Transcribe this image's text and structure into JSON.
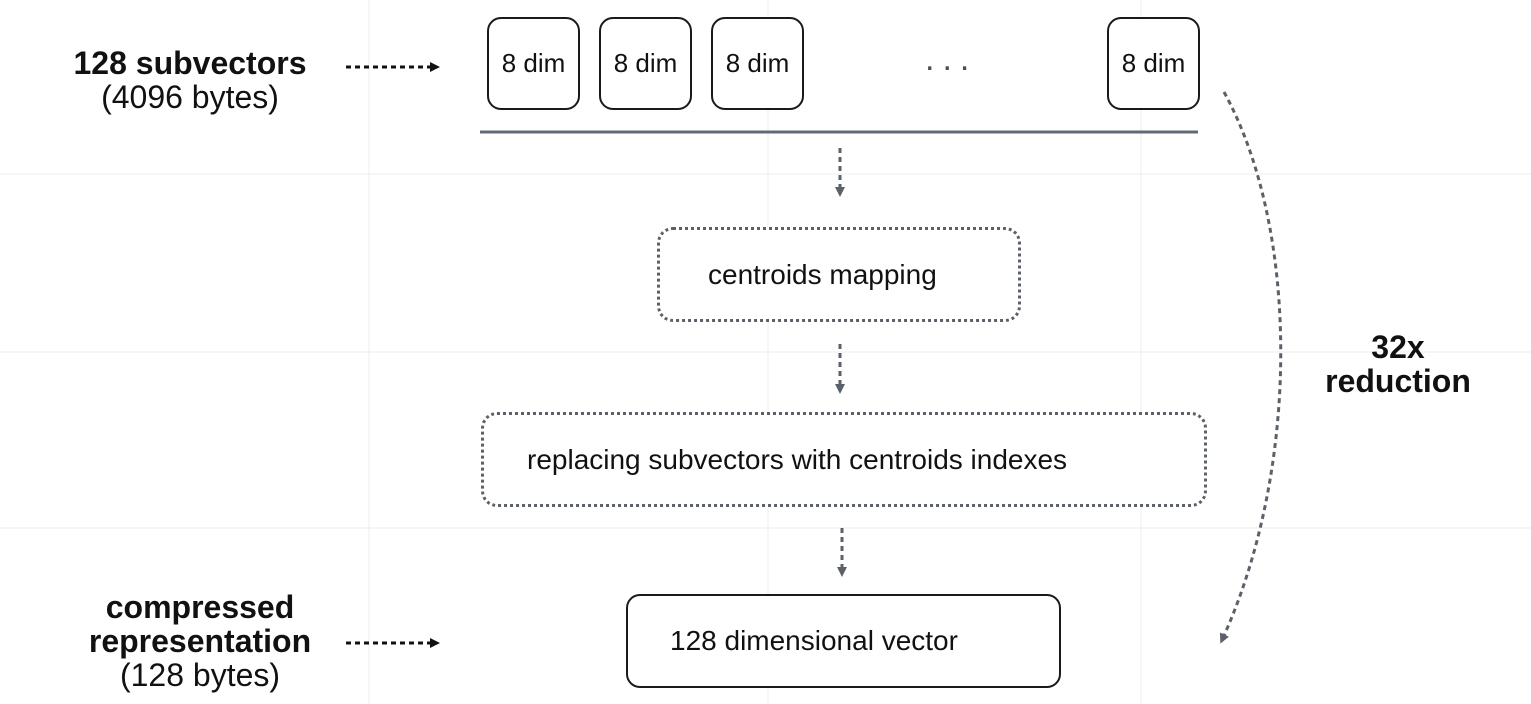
{
  "left_labels": {
    "input_title": "128 subvectors",
    "input_sub": "(4096 bytes)",
    "output_title_1": "compressed",
    "output_title_2": "representation",
    "output_sub": "(128 bytes)"
  },
  "subvector_boxes": [
    "8 dim",
    "8 dim",
    "8 dim",
    "8 dim"
  ],
  "ellipsis": "...",
  "steps": {
    "mapping": "centroids mapping",
    "replacing": "replacing subvectors with centroids indexes",
    "result": "128 dimensional vector"
  },
  "reduction": {
    "line1": "32x",
    "line2": "reduction"
  },
  "colors": {
    "arrow": "#5b6168",
    "rule": "#5f6b76",
    "grid": "#ececec"
  }
}
